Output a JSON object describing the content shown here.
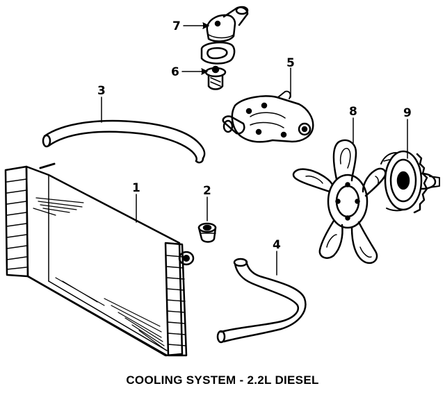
{
  "diagram": {
    "caption": "COOLING SYSTEM - 2.2L DIESEL",
    "callouts": [
      "1",
      "2",
      "3",
      "4",
      "5",
      "6",
      "7",
      "8",
      "9"
    ],
    "colors": {
      "ink": "#000000",
      "paper": "#ffffff"
    }
  }
}
